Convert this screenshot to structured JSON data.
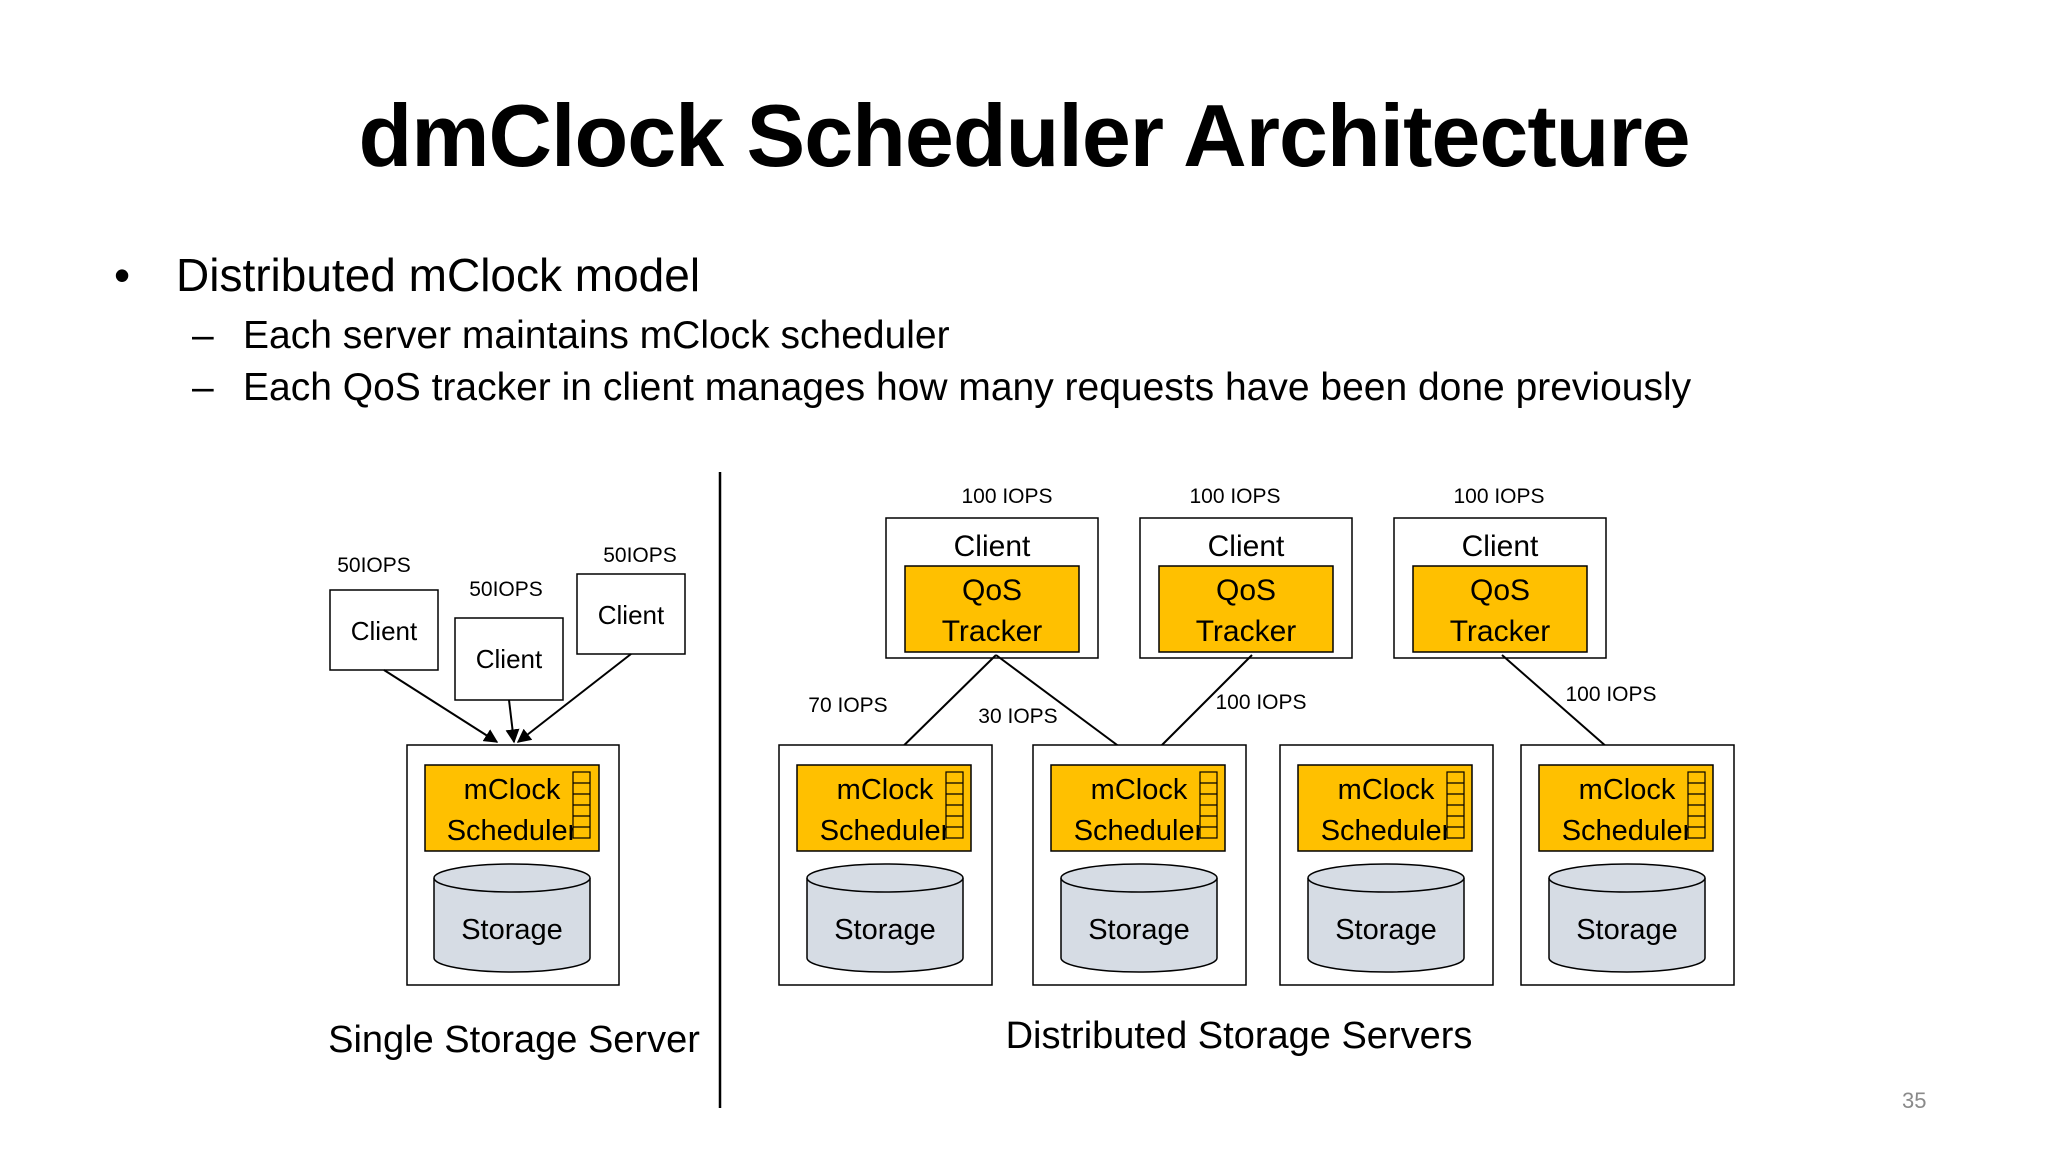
{
  "title": "dmClock Scheduler Architecture",
  "bullets": {
    "main": "Distributed mClock model",
    "bullet_mark": "•",
    "dash_mark": "–",
    "subs": [
      "Each server maintains mClock scheduler",
      "Each QoS tracker in client manages how many requests have been done previously"
    ]
  },
  "single": {
    "caption": "Single Storage Server",
    "iops_labels": [
      "50IOPS",
      "50IOPS",
      "50IOPS"
    ],
    "client_label": "Client",
    "scheduler_lines": [
      "mClock",
      "Scheduler"
    ],
    "storage_label": "Storage"
  },
  "distributed": {
    "caption": "Distributed Storage Servers",
    "client_iops": [
      "100 IOPS",
      "100 IOPS",
      "100 IOPS"
    ],
    "client_label": "Client",
    "tracker_lines": [
      "QoS",
      "Tracker"
    ],
    "arrow_labels": [
      "70 IOPS",
      "30 IOPS",
      "100 IOPS",
      "100 IOPS"
    ],
    "scheduler_lines": [
      "mClock",
      "Scheduler"
    ],
    "storage_label": "Storage"
  },
  "colors": {
    "accent": "#FFC000",
    "storage_fill": "#D6DCE4",
    "line": "#000000",
    "page_number": "#8a8a8a"
  },
  "page_number": "35"
}
